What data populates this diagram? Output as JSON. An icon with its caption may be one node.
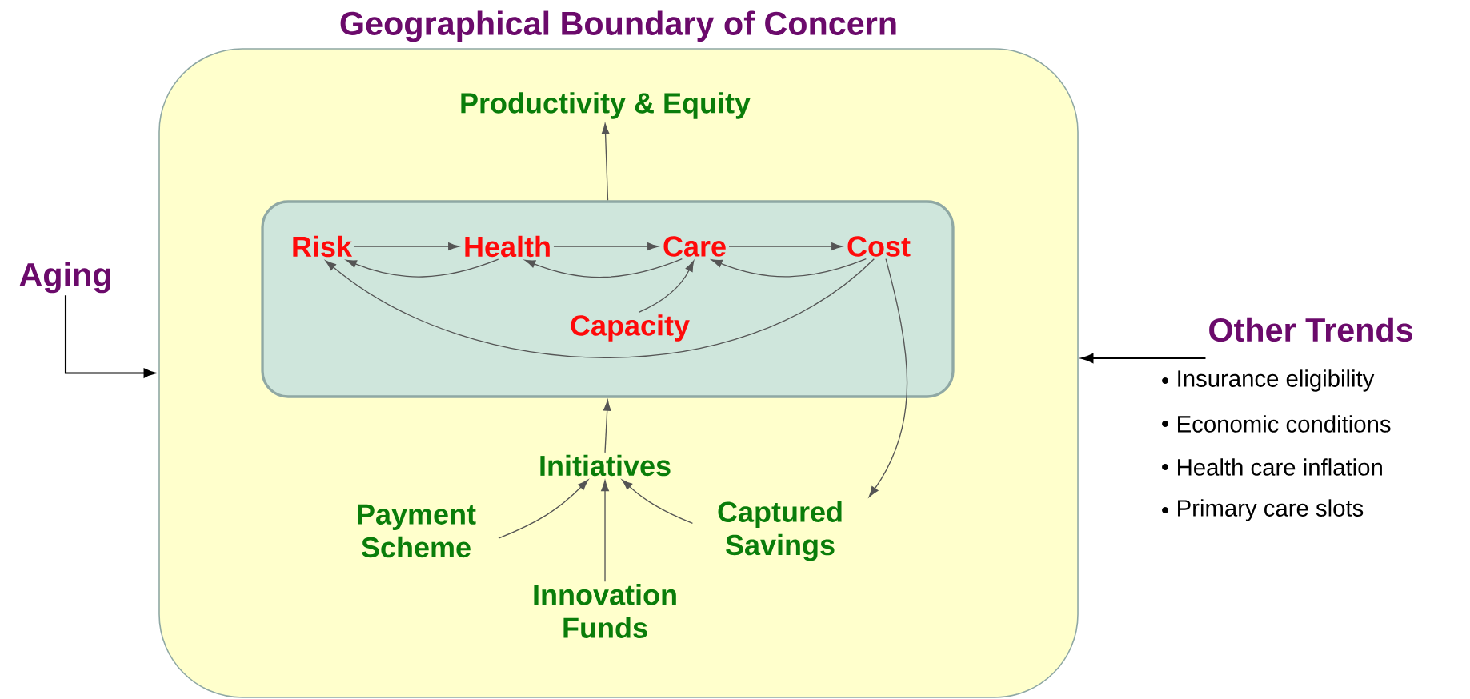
{
  "diagram": {
    "nodes": [
      {
        "text": [
          "Geographical Boundary of Concern"
        ]
      },
      {
        "text": [
          "Productivity & Equity"
        ],
        "in": 0
      },
      {
        "text": [],
        "shape": "box",
        "in": 0
      },
      {
        "text": [
          "Risk"
        ],
        "in": 2
      },
      {
        "text": [
          "Health"
        ],
        "in": 2
      },
      {
        "text": [
          "Care"
        ],
        "in": 2
      },
      {
        "text": [
          "Cost"
        ],
        "in": 2
      },
      {
        "text": [
          "Capacity"
        ],
        "in": 2
      },
      {
        "text": [
          "Initiatives"
        ],
        "in": 0
      },
      {
        "text": [
          "Payment Scheme"
        ],
        "in": 0
      },
      {
        "text": [
          "Innovation Funds"
        ],
        "in": 0
      },
      {
        "text": [
          "Captured Savings"
        ],
        "in": 0
      },
      {
        "text": [
          "Aging"
        ]
      },
      {
        "text": [
          "Other Trends"
        ],
        "beside": [
          "Insurance eligibility",
          "Economic conditions",
          "Health care inflation",
          "Primary care slots"
        ]
      }
    ],
    "edges": [
      {
        "from": 2,
        "to": 1,
        "arrow": "to"
      },
      {
        "from": 3,
        "to": 4,
        "arrow": "to"
      },
      {
        "from": 4,
        "to": 5,
        "arrow": "to"
      },
      {
        "from": 5,
        "to": 6,
        "arrow": "to"
      },
      {
        "from": 4,
        "to": 3,
        "arrow": "to"
      },
      {
        "from": 5,
        "to": 4,
        "arrow": "to"
      },
      {
        "from": 6,
        "to": 5,
        "arrow": "to"
      },
      {
        "from": 7,
        "to": 5,
        "arrow": "to"
      },
      {
        "from": 6,
        "to": 3,
        "arrow": "to"
      },
      {
        "from": 6,
        "to": 11,
        "arrow": "to"
      },
      {
        "from": 8,
        "to": 2,
        "arrow": "to"
      },
      {
        "from": 9,
        "to": 8,
        "arrow": "to"
      },
      {
        "from": 10,
        "to": 8,
        "arrow": "to"
      },
      {
        "from": 11,
        "to": 8,
        "arrow": "to"
      },
      {
        "from": 12,
        "to": 0,
        "arrow": "to",
        "color": "#000000"
      },
      {
        "from": 13,
        "to": 0,
        "arrow": "to",
        "color": "#000000"
      }
    ]
  }
}
